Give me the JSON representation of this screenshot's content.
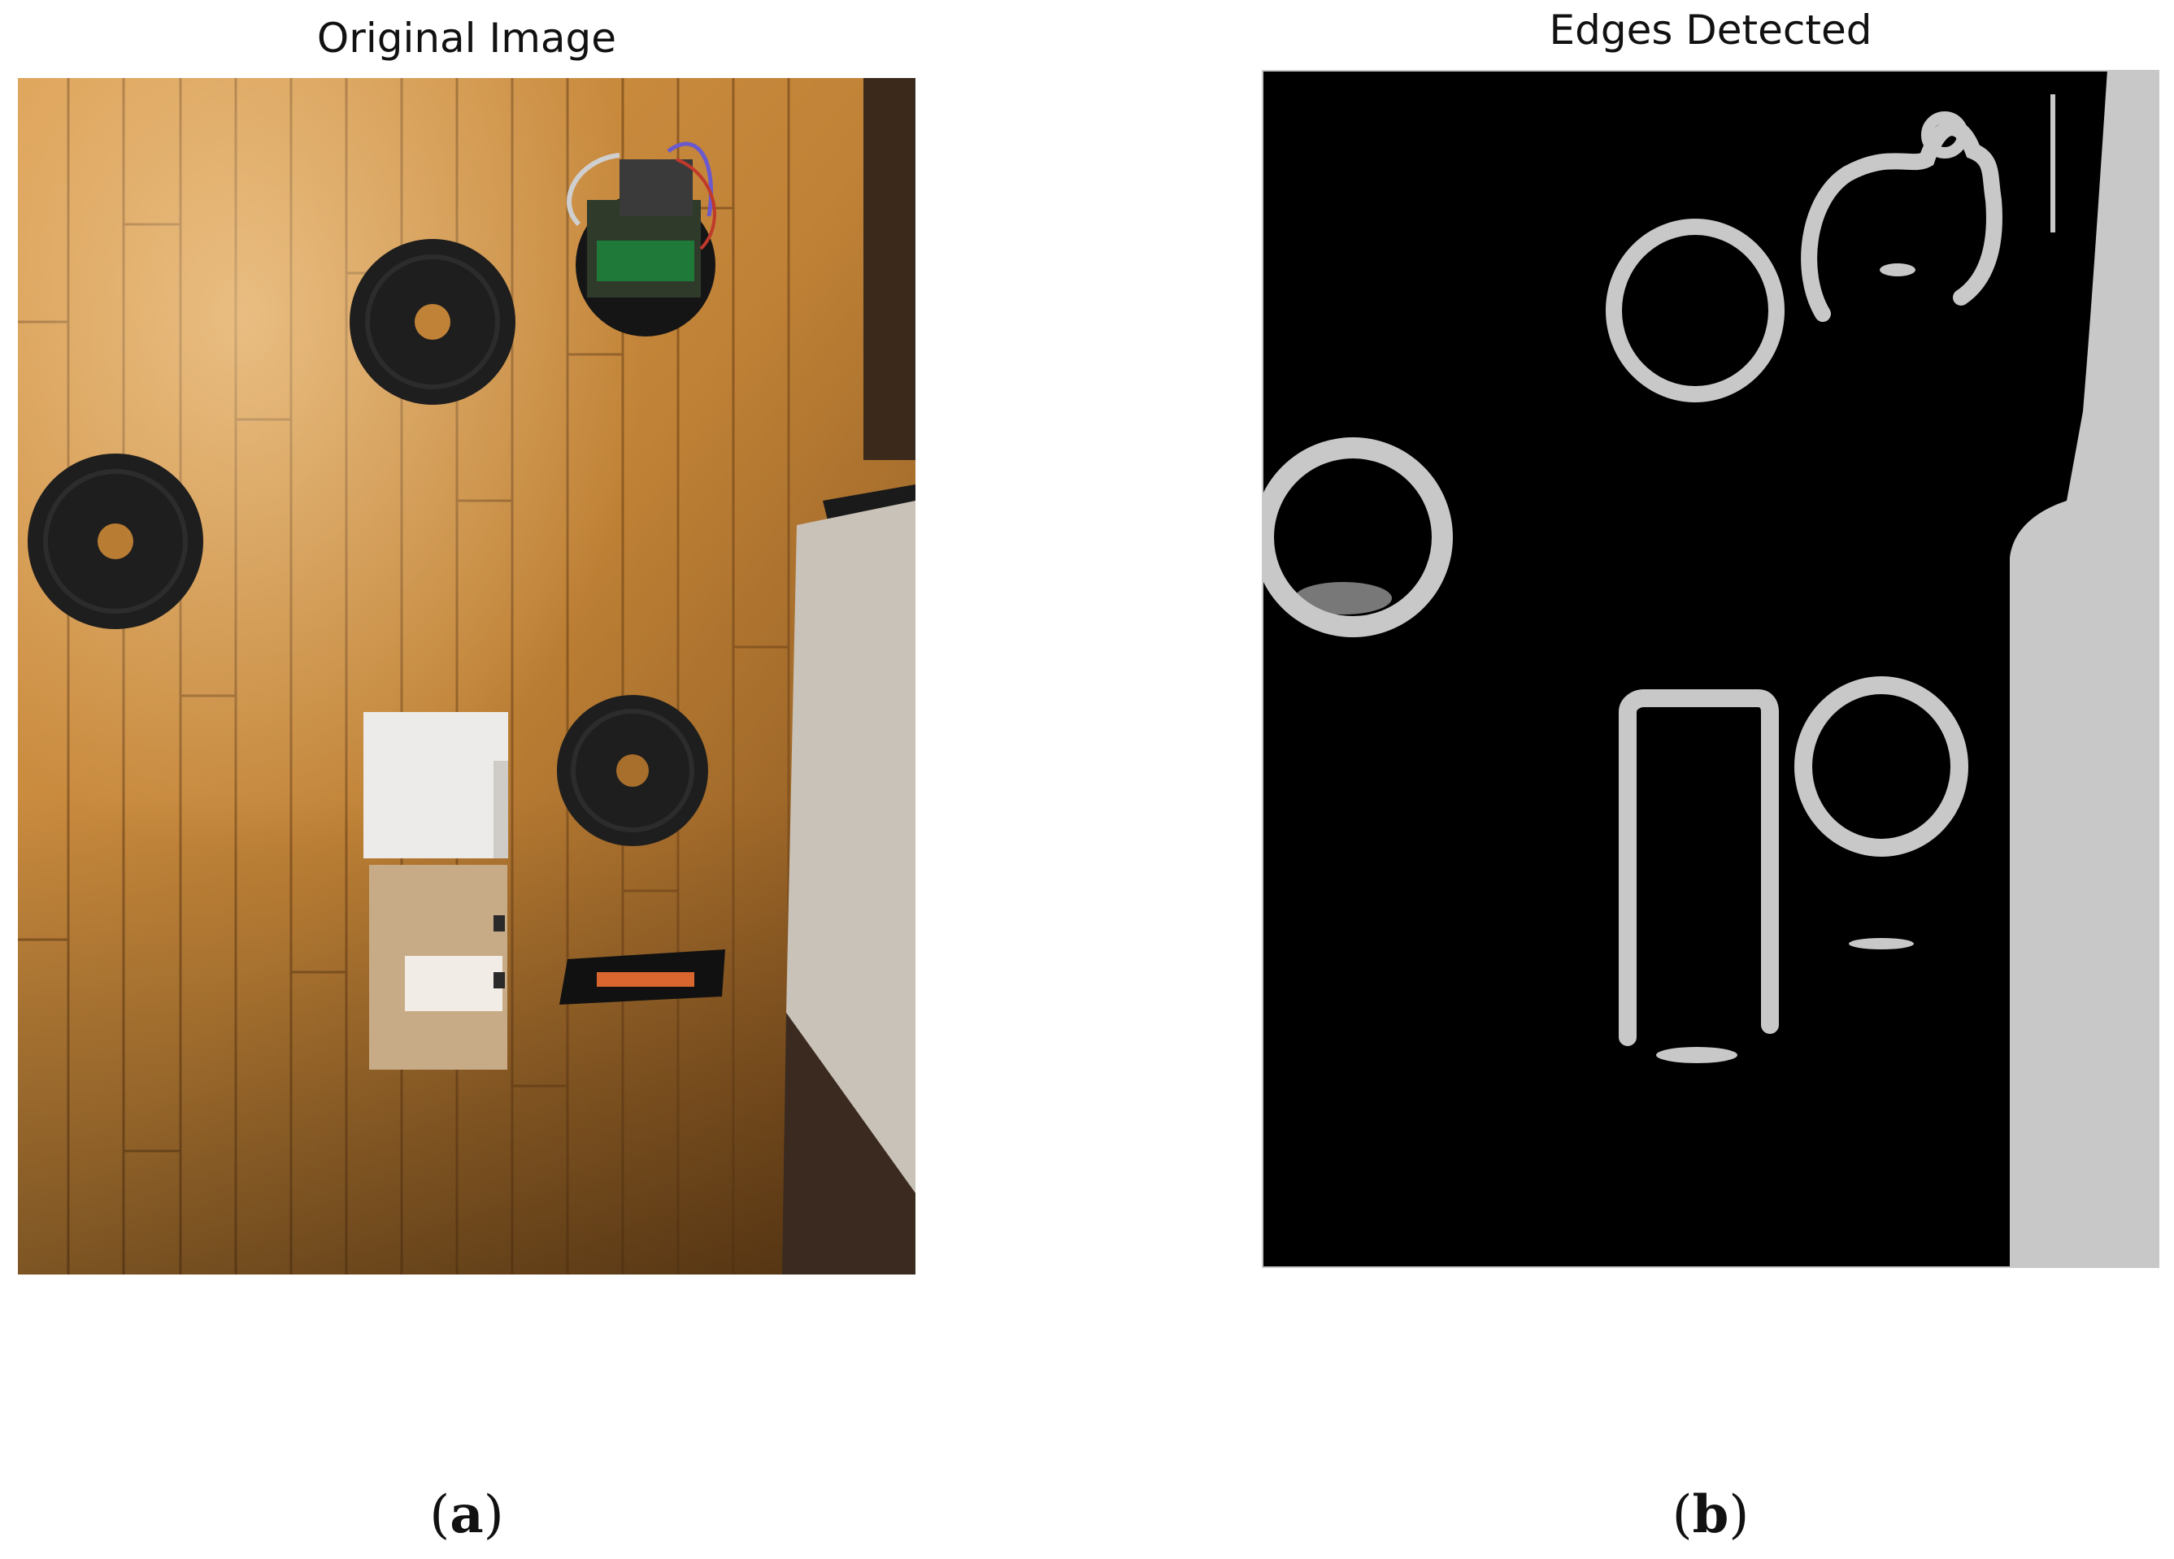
{
  "panel_a": {
    "title": "Original Image",
    "caption_open": "(",
    "caption_letter": "a",
    "caption_close": ")"
  },
  "panel_b": {
    "title": "Edges Detected",
    "caption_open": "(",
    "caption_letter": "b",
    "caption_close": ")"
  },
  "colors": {
    "wood_light": "#c98a3e",
    "wood_dark": "#8a561f",
    "plate": "#1f1f1f",
    "edge_background": "#000000",
    "edge_line": "#c8c8c8"
  }
}
